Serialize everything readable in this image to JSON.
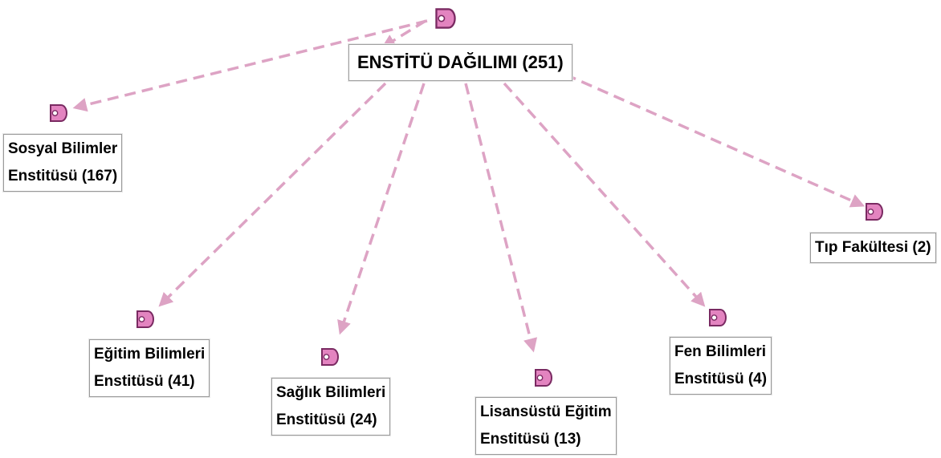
{
  "root": {
    "label": "ENSTİTÜ DAĞILIMI (251)"
  },
  "nodes": [
    {
      "line1": "Sosyal Bilimler",
      "line2": "Enstitüsü (167)"
    },
    {
      "line1": "Eğitim Bilimleri",
      "line2": "Enstitüsü (41)"
    },
    {
      "line1": "Sağlık Bilimleri",
      "line2": "Enstitüsü (24)"
    },
    {
      "line1": "Lisansüstü Eğitim",
      "line2": "Enstitüsü (13)"
    },
    {
      "line1": "Fen Bilimleri",
      "line2": "Enstitüsü (4)"
    },
    {
      "line1": "Tıp Fakültesi (2)",
      "line2": ""
    }
  ],
  "colors": {
    "edge": "#dda3c4",
    "icon_fill": "#e384c0",
    "icon_stroke": "#7a2a62",
    "icon_inner": "#ffffff"
  },
  "icon_name": "node-tag-icon"
}
